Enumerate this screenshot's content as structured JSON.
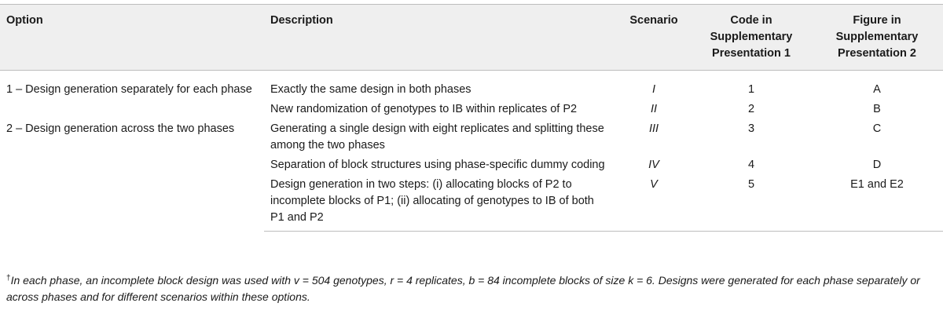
{
  "headers": {
    "option": "Option",
    "description": "Description",
    "scenario": "Scenario",
    "code": "Code in Supplementary Presentation 1",
    "figure": "Figure in Supplementary Presentation 2"
  },
  "groups": [
    {
      "option": "1 – Design generation separately for each phase"
    },
    {
      "option": "2 – Design generation across the two phases"
    }
  ],
  "rows": [
    {
      "description": "Exactly the same design in both phases",
      "scenario": "I",
      "code": "1",
      "figure": "A"
    },
    {
      "description": "New randomization of genotypes to IB within replicates of P2",
      "scenario": "II",
      "code": "2",
      "figure": "B"
    },
    {
      "description": "Generating a single design with eight replicates and splitting these among the two phases",
      "scenario": "III",
      "code": "3",
      "figure": "C"
    },
    {
      "description": "Separation of block structures using phase-specific dummy coding",
      "scenario": "IV",
      "code": "4",
      "figure": "D"
    },
    {
      "description": "Design generation in two steps: (i) allocating blocks of P2 to incomplete blocks of P1; (ii) allocating of genotypes to IB of both P1 and P2",
      "scenario": "V",
      "code": "5",
      "figure": "E1 and E2"
    }
  ],
  "footnote": {
    "marker": "†",
    "text": "In each phase, an incomplete block design was used with v = 504 genotypes, r = 4 replicates, b = 84 incomplete blocks of size k = 6. Designs were generated for each phase separately or across phases and for different scenarios within these options."
  }
}
